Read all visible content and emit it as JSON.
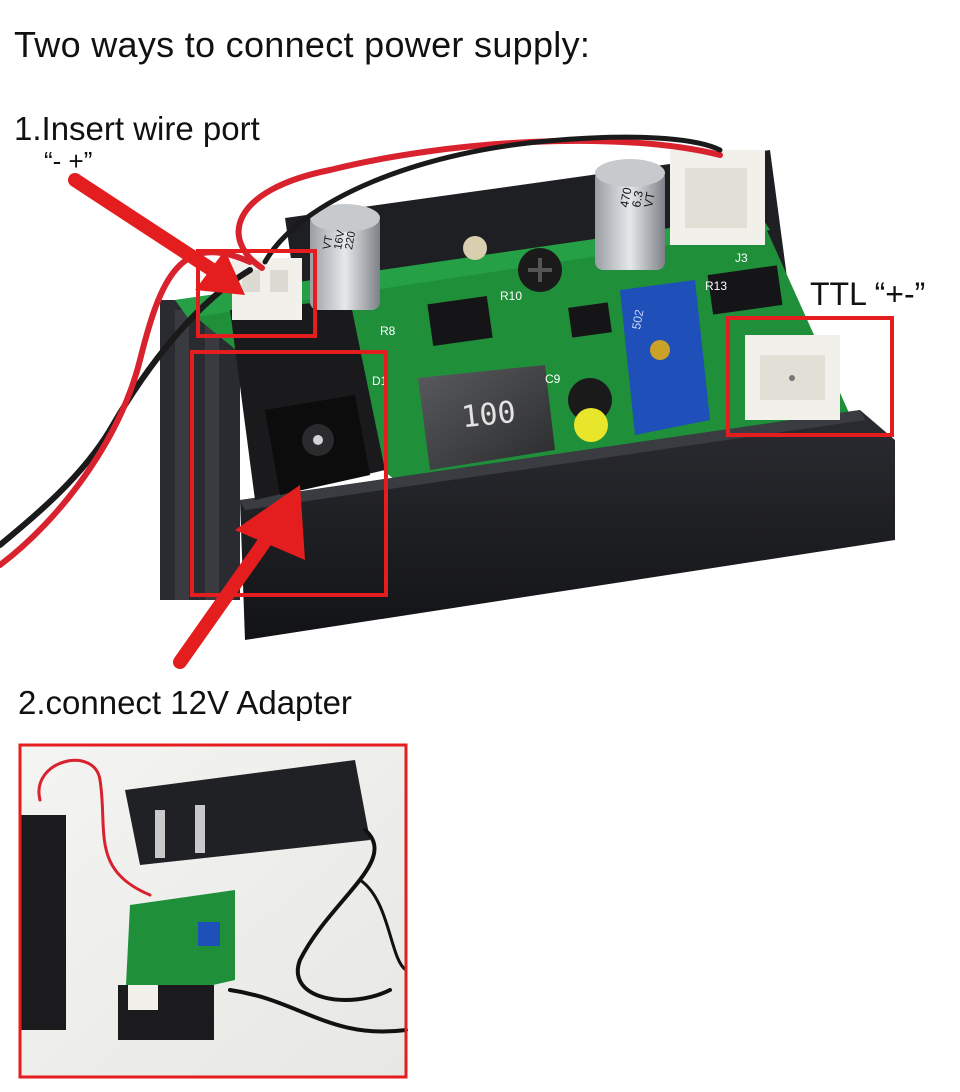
{
  "title": "Two ways to connect power supply:",
  "method1": {
    "label": "1.Insert wire port",
    "polarity": "“- +”"
  },
  "ttl": {
    "label": "TTL “+-”"
  },
  "method2": {
    "label": "2.connect 12V Adapter"
  },
  "component_markings": {
    "inductor": "100",
    "cap_small_value": "220",
    "cap_small_volt": "16V",
    "cap_small_series": "VT",
    "cap_big_value": "470",
    "cap_big_volt": "6.3",
    "cap_big_series": "VT",
    "connector_j3": "J3",
    "ref_r13": "R13",
    "ref_r10": "R10",
    "ref_r8": "R8",
    "ref_c9": "C9",
    "ref_d1": "D1",
    "pot_code": "502"
  },
  "colors": {
    "annotation_red": "#e41e1e",
    "pcb_green": "#1f8f3a",
    "heatsink": "#1c1d21",
    "wire_red": "#d8232f",
    "wire_black": "#1a1a1a",
    "pot_blue": "#1f4fb8",
    "led_yellow": "#e8e62a"
  }
}
